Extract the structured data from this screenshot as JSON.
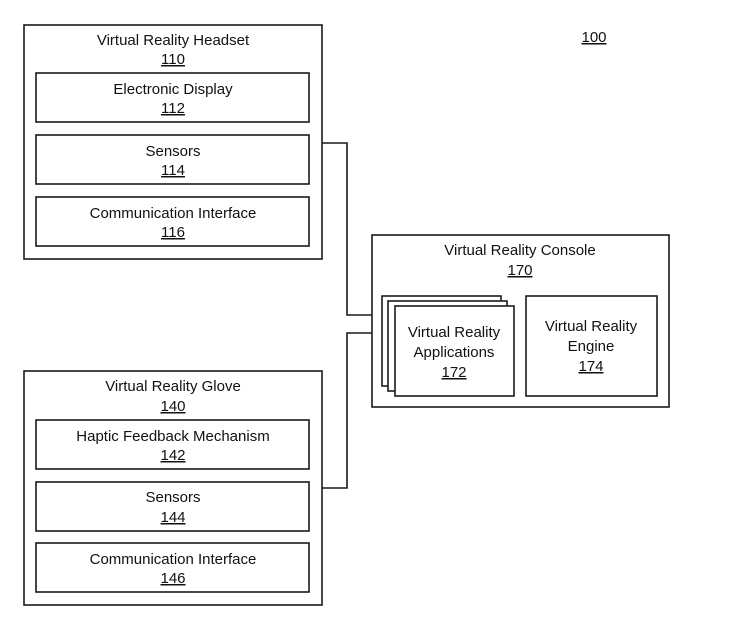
{
  "figure_ref": "100",
  "headset": {
    "title": "Virtual Reality Headset",
    "ref": "110",
    "components": [
      {
        "label": "Electronic Display",
        "ref": "112"
      },
      {
        "label": "Sensors",
        "ref": "114"
      },
      {
        "label": "Communication Interface",
        "ref": "116"
      }
    ]
  },
  "glove": {
    "title": "Virtual Reality Glove",
    "ref": "140",
    "components": [
      {
        "label": "Haptic Feedback Mechanism",
        "ref": "142"
      },
      {
        "label": "Sensors",
        "ref": "144"
      },
      {
        "label": "Communication Interface",
        "ref": "146"
      }
    ]
  },
  "console": {
    "title": "Virtual Reality Console",
    "ref": "170",
    "applications": {
      "line1": "Virtual Reality",
      "line2": "Applications",
      "ref": "172"
    },
    "engine": {
      "line1": "Virtual Reality",
      "line2": "Engine",
      "ref": "174"
    }
  }
}
